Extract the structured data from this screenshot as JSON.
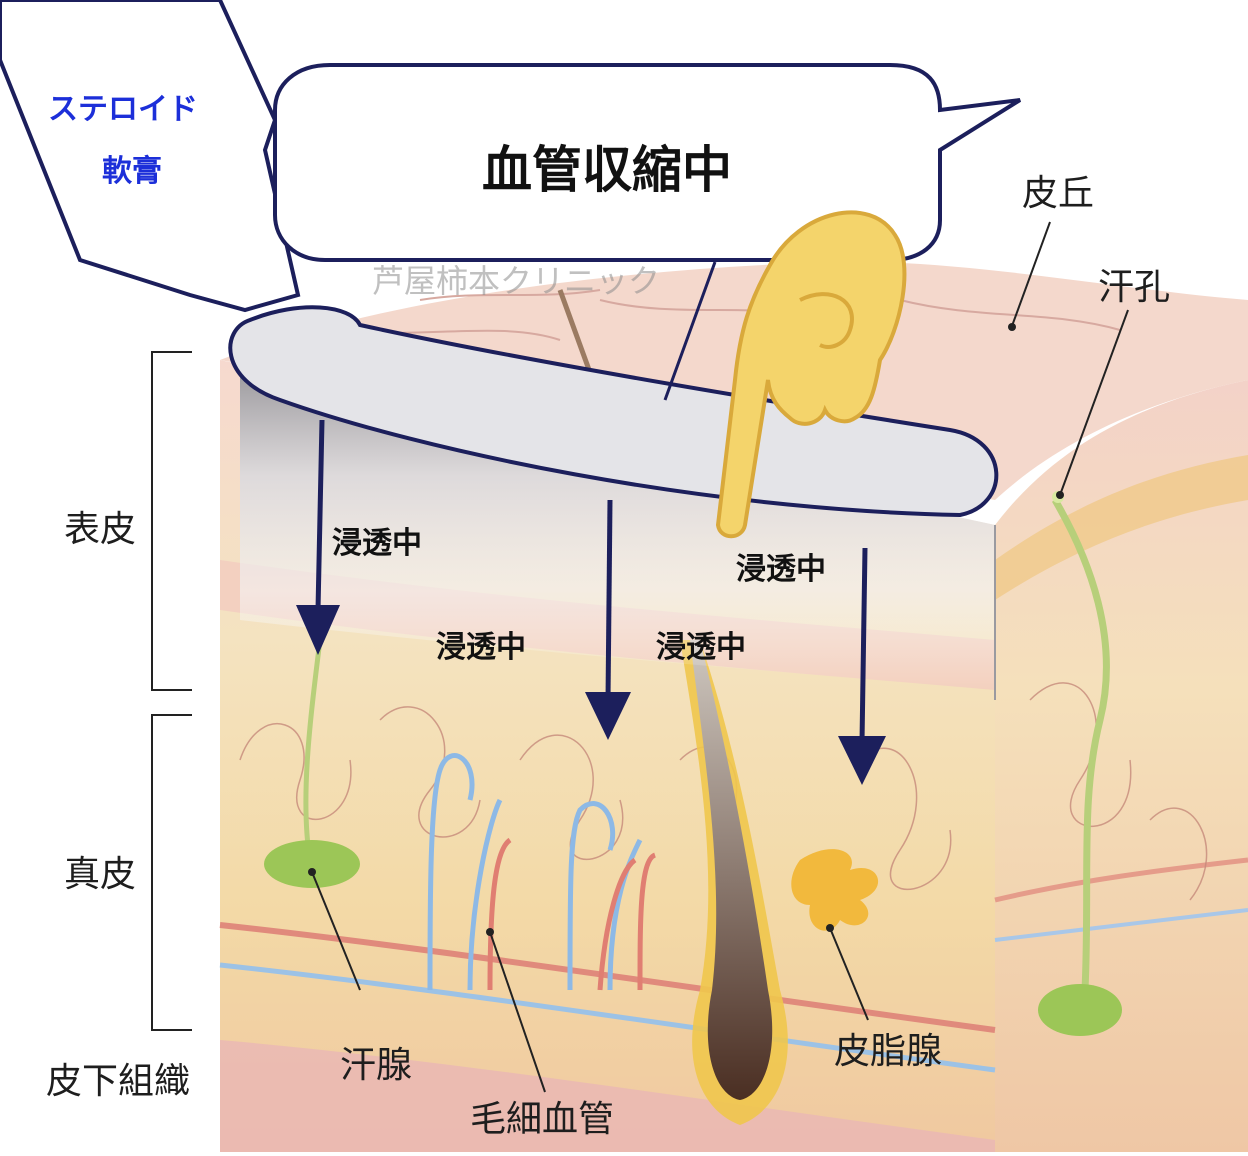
{
  "speech_bubble": {
    "text": "血管収縮中"
  },
  "ointment_bubble": {
    "line1": "ステロイド",
    "line2": "軟膏"
  },
  "watermark": "芦屋柿本クリニック",
  "layers": {
    "epidermis": "表皮",
    "dermis": "真皮",
    "subcutis": "皮下組織"
  },
  "labels": {
    "skin_ridge": "皮丘",
    "sweat_pore": "汗孔",
    "sweat_gland": "汗腺",
    "capillary": "毛細血管",
    "sebaceous_gland": "皮脂腺"
  },
  "penetration": [
    "浸透中",
    "浸透中",
    "浸透中",
    "浸透中"
  ],
  "colors": {
    "ointment_accent": "#1c2fd9",
    "arrow": "#1c1f5c",
    "outline": "#1c1f5c",
    "finger": "#f2d267"
  }
}
